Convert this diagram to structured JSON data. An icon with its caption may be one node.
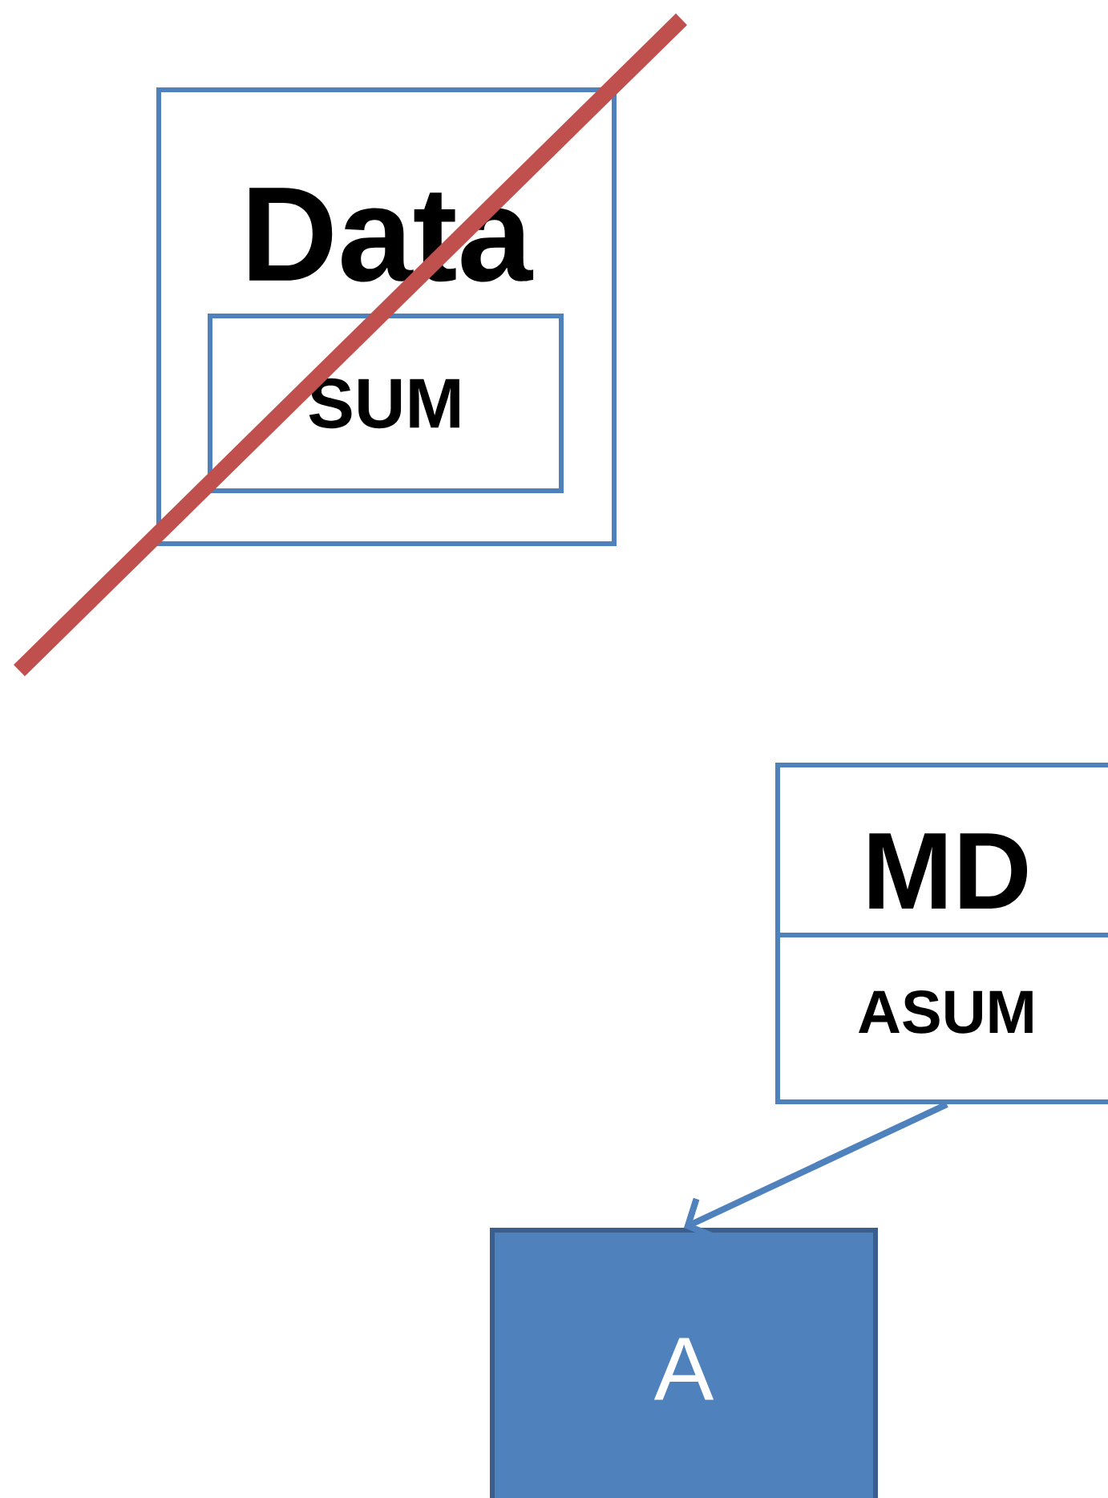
{
  "diagram": {
    "nodes": [
      {
        "text": [
          "Data"
        ]
      },
      {
        "text": [
          "SUM"
        ],
        "in": 0
      },
      {
        "text": [
          "MD",
          "ASUM"
        ]
      },
      {
        "text": [
          "A"
        ]
      }
    ],
    "edges": [
      {
        "from": 2,
        "to": 3,
        "arrow": "to"
      }
    ]
  }
}
